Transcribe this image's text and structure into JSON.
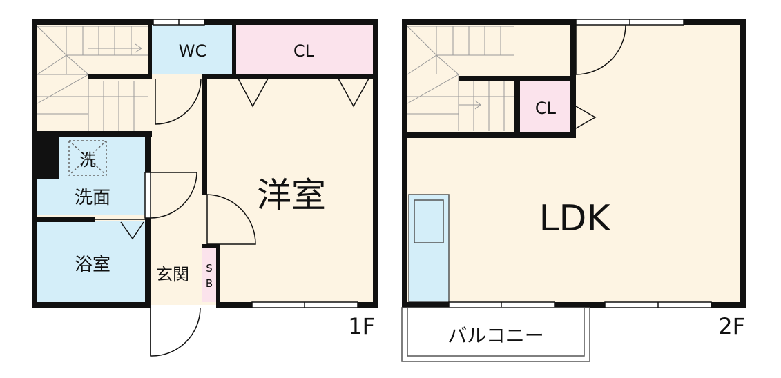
{
  "floor1": {
    "label": "1F",
    "rooms": {
      "wc": "WC",
      "closet": "CL",
      "western_room": "洋室",
      "washer": "洗",
      "washroom": "洗面",
      "bathroom": "浴室",
      "entrance": "玄関",
      "shoe_box": "SB"
    }
  },
  "floor2": {
    "label": "2F",
    "rooms": {
      "ldk": "LDK",
      "closet": "CL",
      "balcony": "バルコニー"
    }
  },
  "colors": {
    "floor": "#fdf4e3",
    "wet_area": "#d4eef9",
    "closet": "#fbe3ec",
    "wall": "#111111"
  }
}
